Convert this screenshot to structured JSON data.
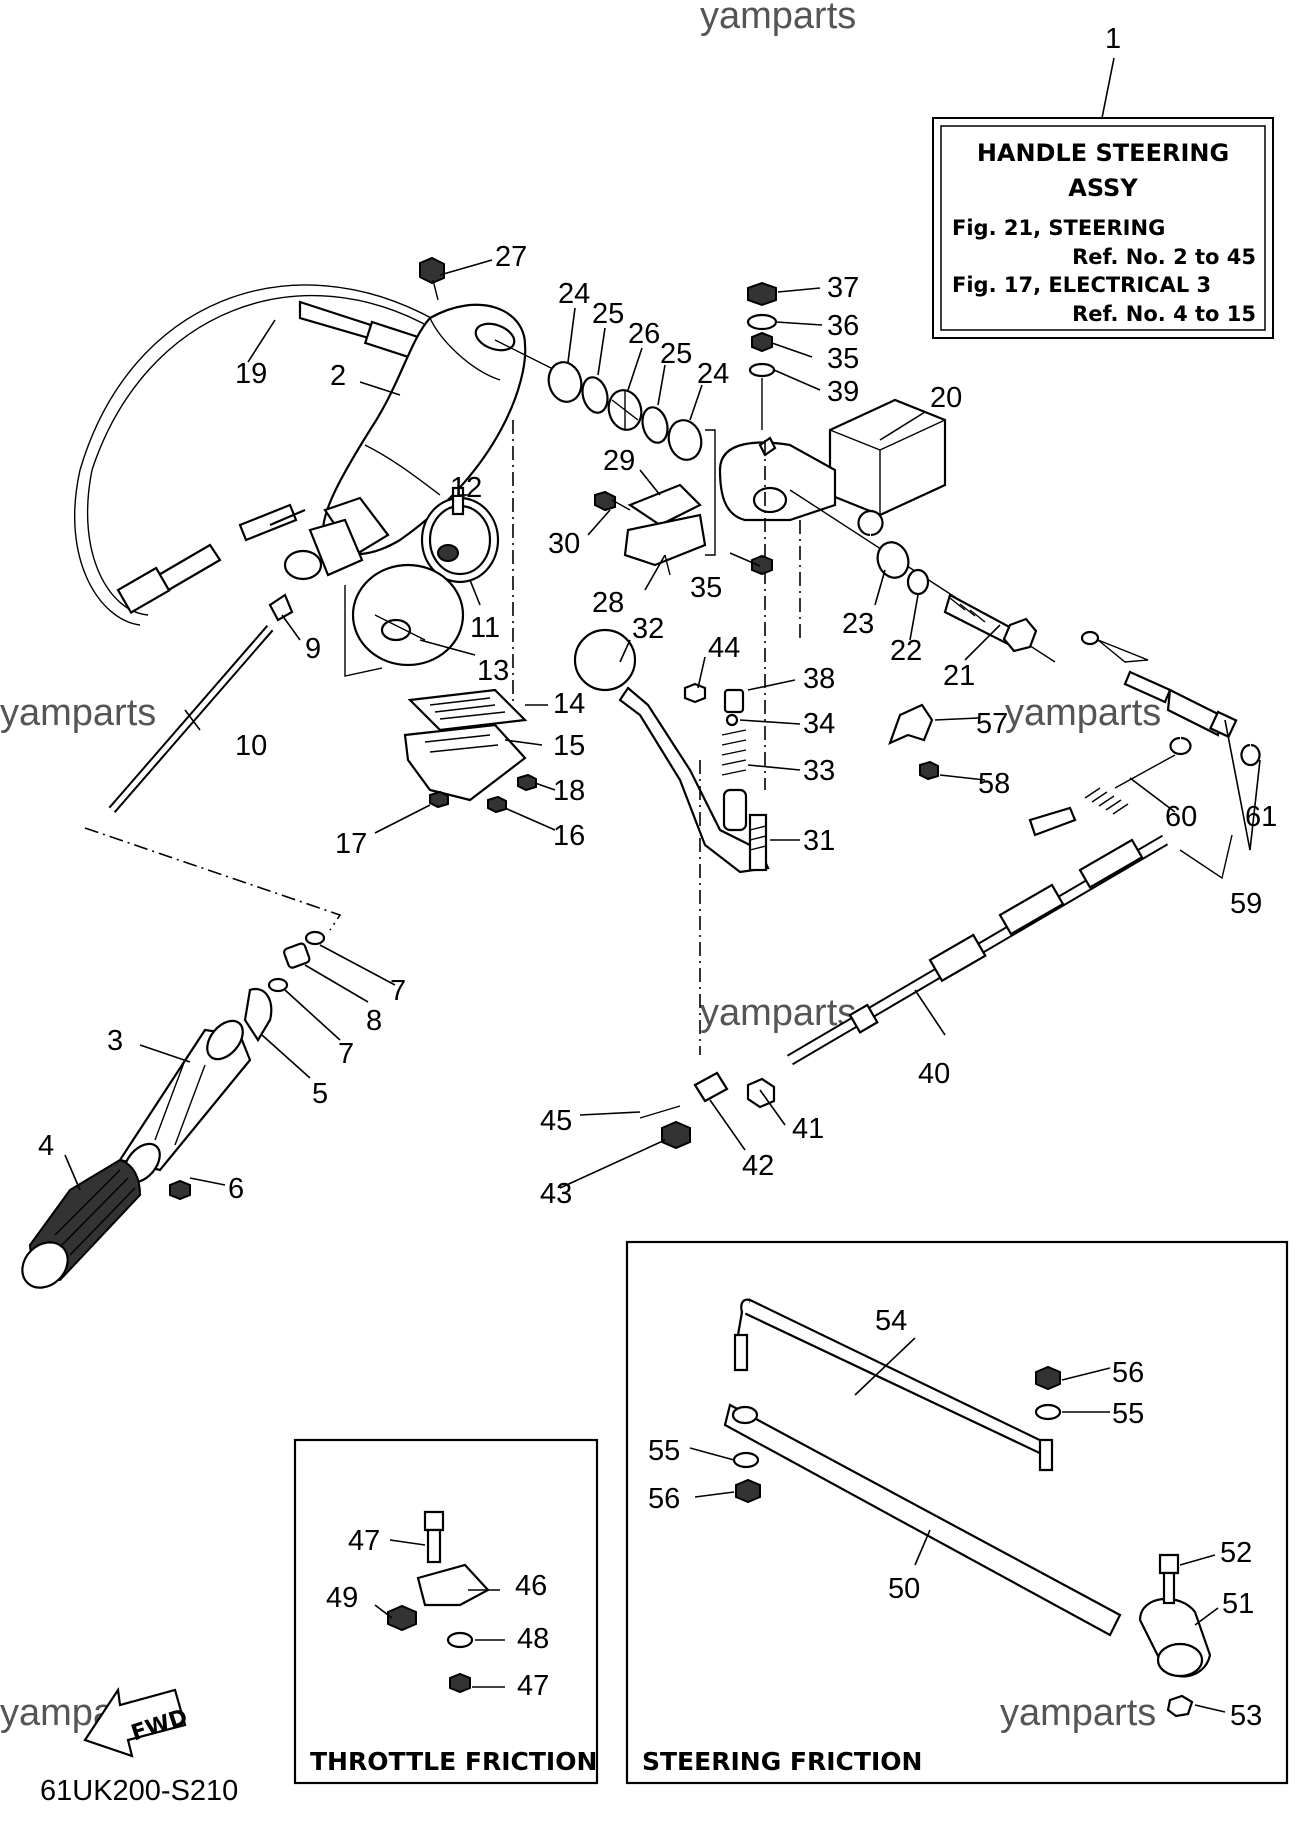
{
  "watermark": "yamparts",
  "header_box": {
    "ref_no": "1",
    "title_line1": "HANDLE STEERING",
    "title_line2": "ASSY",
    "ref_line1": "Fig. 21, STEERING",
    "ref_line2": "Ref. No. 2 to 45",
    "ref_line3": "Fig. 17, ELECTRICAL 3",
    "ref_line4": "Ref. No. 4 to 15"
  },
  "labels": {
    "p2": "2",
    "p3": "3",
    "p4": "4",
    "p5": "5",
    "p6": "6",
    "p7a": "7",
    "p7b": "7",
    "p8": "8",
    "p9": "9",
    "p10": "10",
    "p11": "11",
    "p12": "12",
    "p13": "13",
    "p14": "14",
    "p15": "15",
    "p16": "16",
    "p17": "17",
    "p18": "18",
    "p19": "19",
    "p20": "20",
    "p21": "21",
    "p22": "22",
    "p23": "23",
    "p24a": "24",
    "p24b": "24",
    "p25a": "25",
    "p25b": "25",
    "p26": "26",
    "p27": "27",
    "p28": "28",
    "p29": "29",
    "p30": "30",
    "p31": "31",
    "p32": "32",
    "p33": "33",
    "p34": "34",
    "p35a": "35",
    "p35b": "35",
    "p36": "36",
    "p37": "37",
    "p38": "38",
    "p39": "39",
    "p40": "40",
    "p41": "41",
    "p42": "42",
    "p43": "43",
    "p44": "44",
    "p45": "45",
    "p46": "46",
    "p47a": "47",
    "p47b": "47",
    "p48": "48",
    "p49": "49",
    "p50": "50",
    "p51": "51",
    "p52": "52",
    "p53": "53",
    "p54": "54",
    "p55a": "55",
    "p55b": "55",
    "p56a": "56",
    "p56b": "56",
    "p57": "57",
    "p58": "58",
    "p59": "59",
    "p60": "60",
    "p61": "61"
  },
  "panels": {
    "throttle_friction": "THROTTLE FRICTION",
    "steering_friction": "STEERING FRICTION"
  },
  "fwd_arrow": "FWD",
  "diagram_code": "61UK200-S210"
}
